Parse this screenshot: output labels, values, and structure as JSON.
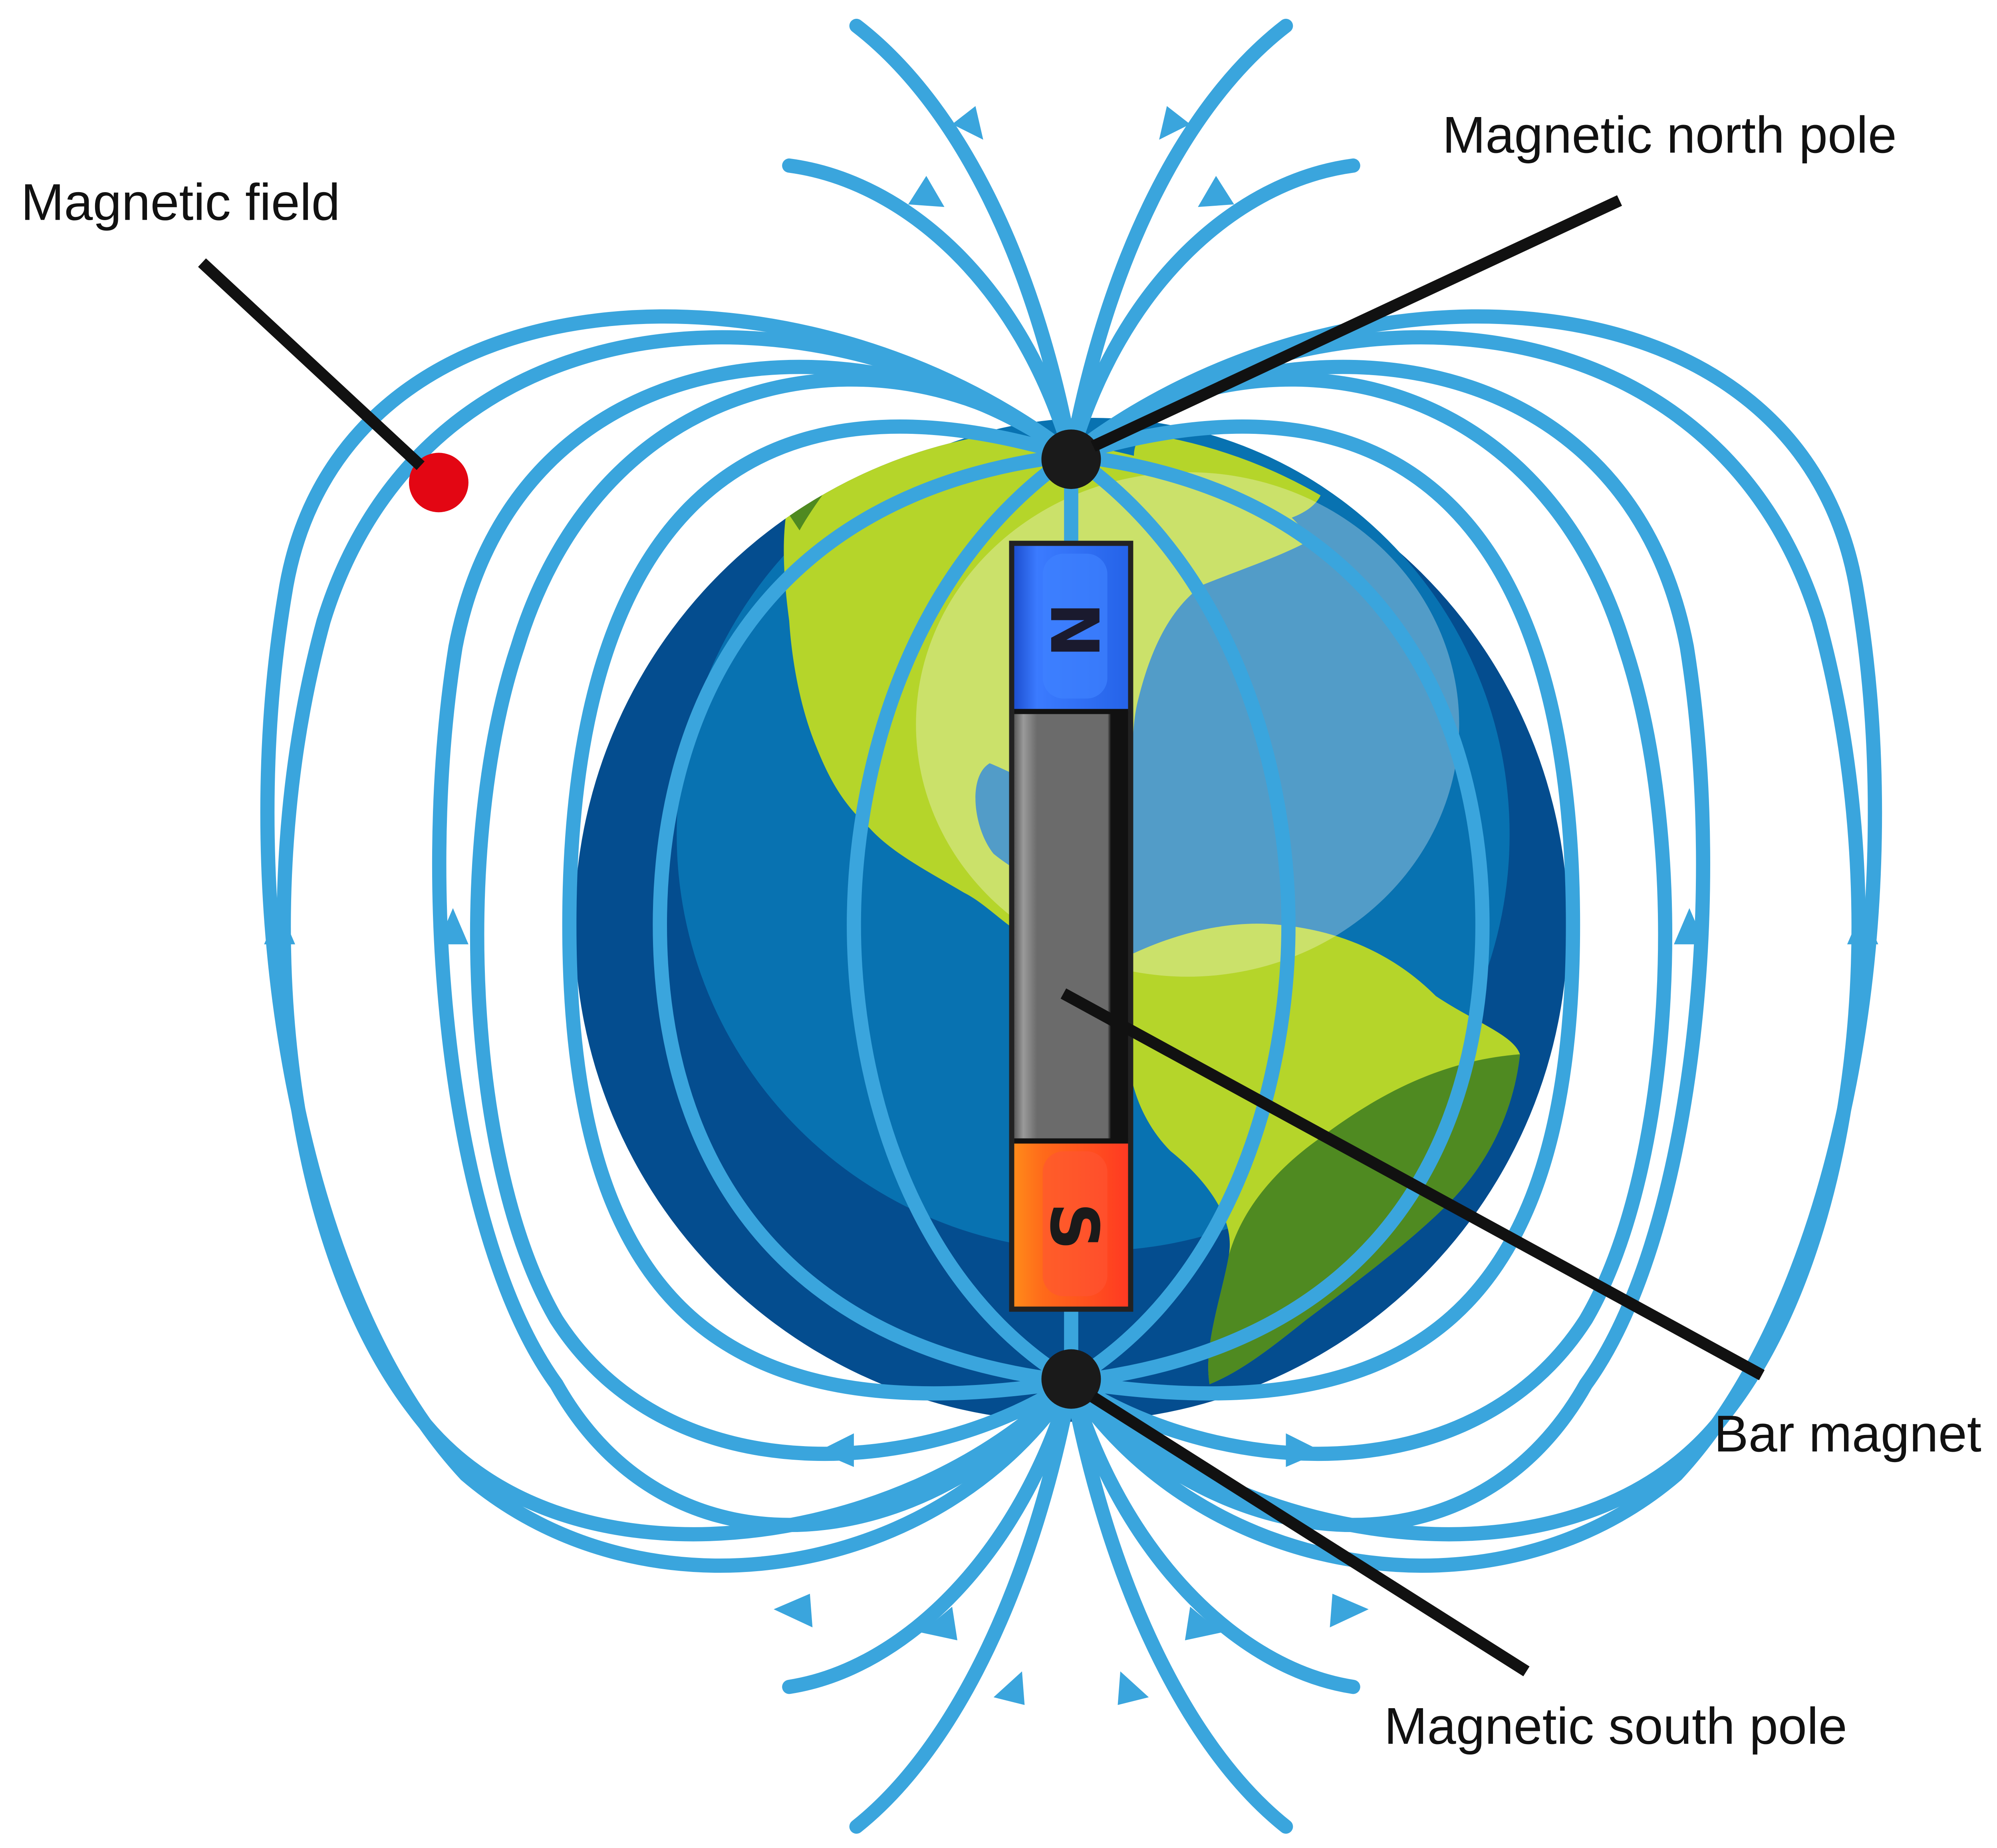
{
  "labels": {
    "magnetic_field": "Magnetic field",
    "magnetic_north_pole": "Magnetic north pole",
    "bar_magnet": "Bar magnet",
    "magnetic_south_pole": "Magnetic south pole"
  },
  "magnet": {
    "north_letter": "N",
    "south_letter": "S"
  },
  "colors": {
    "field_line": "#3aa5dd",
    "earth_dark": "#044d8f",
    "earth_mid": "#0872b1",
    "earth_light": "#4eaad1",
    "land_light": "#b5d52a",
    "land_dark": "#4f8a21",
    "magnet_north": "#2563e8",
    "magnet_body": "#6b6b6b",
    "magnet_south": "#ff4a2b",
    "pole_dot": "#1a1a1a",
    "field_marker": "#e30613",
    "leader": "#111111"
  },
  "icons": {
    "pole_marker": "filled-circle",
    "field_marker": "red-dot",
    "field_direction": "triangle-arrow"
  }
}
